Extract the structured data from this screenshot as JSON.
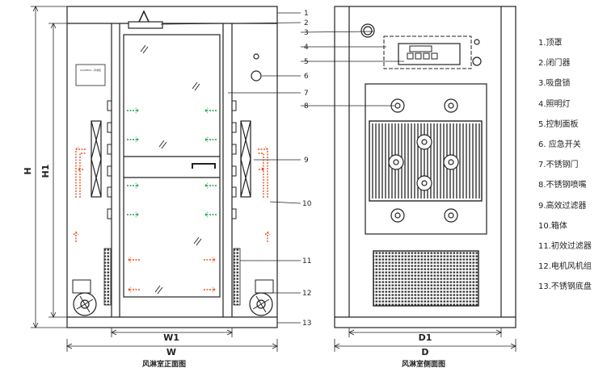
{
  "callouts": [
    "1",
    "2",
    "3",
    "4",
    "5",
    "6",
    "7",
    "8",
    "9",
    "10",
    "11",
    "12",
    "13"
  ],
  "front_dimensions": {
    "height": "H",
    "inner_height": "H1",
    "inner_width": "W1",
    "width": "W"
  },
  "side_dimensions": {
    "inner_depth": "D1",
    "depth": "D"
  },
  "nameplate_text": "AAQ9E0A...风淋室",
  "legend": [
    "1.顶罩",
    "2.闭门器",
    "3.吸盘锁",
    "4.照明灯",
    "5.控制面板",
    "6. 应急开关",
    "7.不锈钢门",
    "8.不锈钢喷嘴",
    "9.高效过滤器",
    "10.箱体",
    "11.初效过滤器",
    "12.电机风机组",
    "13.不锈钢底盘"
  ],
  "captions": {
    "front": "风淋室正面图",
    "side": "风淋室侧面图"
  },
  "colors": {
    "line": "#222222",
    "airflow_green": "#1aa34a",
    "airflow_red": "#e8541e"
  }
}
